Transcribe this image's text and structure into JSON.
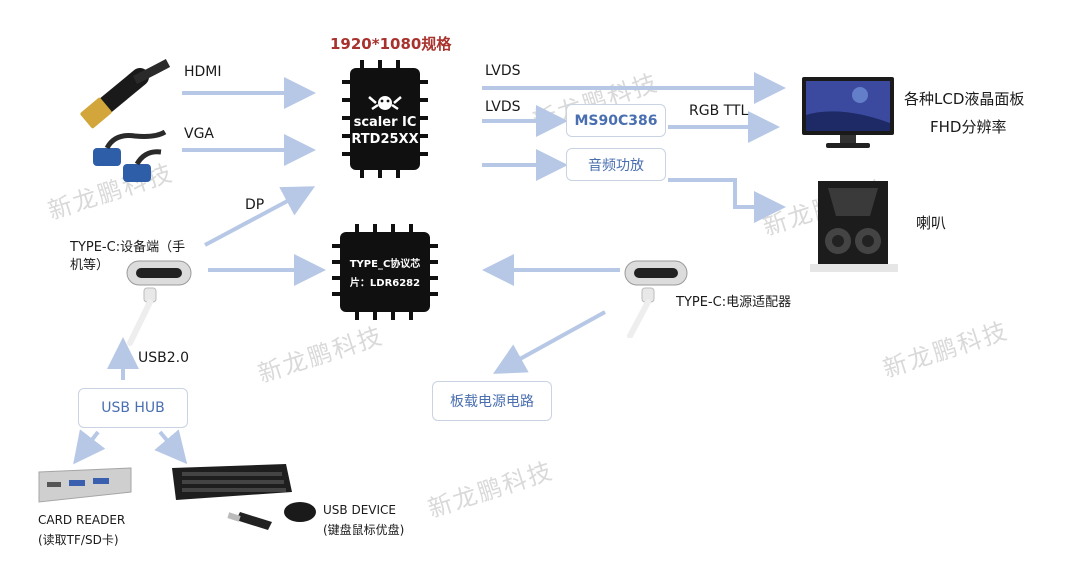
{
  "title": "1920*1080规格",
  "inputs": {
    "hdmi": "HDMI",
    "vga": "VGA",
    "dp": "DP"
  },
  "scaler": {
    "line1": "scaler IC",
    "line2": "RTD25XX"
  },
  "typec_chip": {
    "line1": "TYPE_C协议芯",
    "line2": "片：LDR6282"
  },
  "outputs": {
    "lvds1": "LVDS",
    "lvds2": "LVDS",
    "rgb_ttl": "RGB TTL",
    "ms_box": "MS90C386",
    "audio_box": "音频功放",
    "lcd_line1": "各种LCD液晶面板",
    "lcd_line2": "FHD分辨率",
    "speaker": "喇叭"
  },
  "typec_device": {
    "line1": "TYPE-C:设备端（手",
    "line2": "机等）"
  },
  "typec_power": "TYPE-C:电源适配器",
  "usb": {
    "usb20": "USB2.0",
    "hub": "USB HUB"
  },
  "board_power": "板载电源电路",
  "card_reader": {
    "line1": "CARD READER",
    "line2": "(读取TF/SD卡)"
  },
  "usb_device": {
    "line1": "USB DEVICE",
    "line2": "(键盘鼠标优盘)"
  },
  "watermark": "新龙鹏科技",
  "colors": {
    "arrow": "#b7c8e6",
    "title": "#a8322d",
    "box_text": "#4a6fb0",
    "chip": "#101010"
  }
}
